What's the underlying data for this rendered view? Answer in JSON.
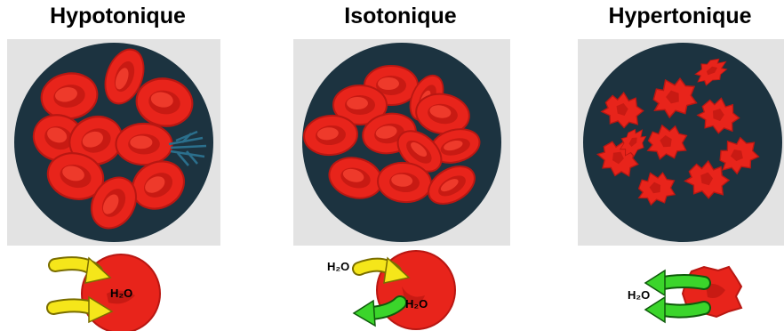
{
  "panels": [
    {
      "title": "Hypotonique",
      "label": "H₂O"
    },
    {
      "title": "Isotonique",
      "label_in": "H₂O",
      "label_out": "H₂O"
    },
    {
      "title": "Hypertonique",
      "label": "H₂O"
    }
  ],
  "colors": {
    "panel_bg": "#e3e3e3",
    "dish": "#1c3340",
    "cell": "#e8241b",
    "cell_dark": "#b91712",
    "arrow_in": "#f5e61a",
    "arrow_out": "#3bd52b",
    "burst": "#2b6f8c"
  }
}
